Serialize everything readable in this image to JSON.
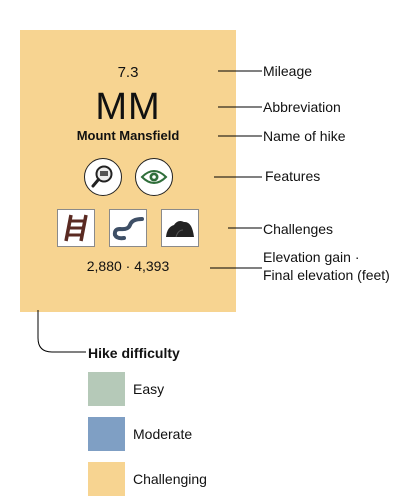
{
  "card": {
    "mileage": "7.3",
    "abbreviation": "MM",
    "hike_name": "Mount Mansfield",
    "elevation": "2,880 · 4,393",
    "color": "#f7d491",
    "features": [
      {
        "icon": "magnifier-search-icon"
      },
      {
        "icon": "eye-view-icon"
      }
    ],
    "challenges": [
      {
        "icon": "ladder-icon"
      },
      {
        "icon": "winding-trail-icon"
      },
      {
        "icon": "rocks-icon"
      }
    ]
  },
  "callouts": {
    "mileage": "Mileage",
    "abbreviation": "Abbreviation",
    "name": "Name of hike",
    "features": "Features",
    "challenges": "Challenges",
    "elevation_line1": "Elevation gain ·",
    "elevation_line2": "Final elevation (feet)"
  },
  "legend": {
    "title": "Hike difficulty",
    "items": [
      {
        "label": "Easy",
        "color": "#b5c9b8"
      },
      {
        "label": "Moderate",
        "color": "#7f9fc4"
      },
      {
        "label": "Challenging",
        "color": "#f7d491"
      }
    ]
  }
}
